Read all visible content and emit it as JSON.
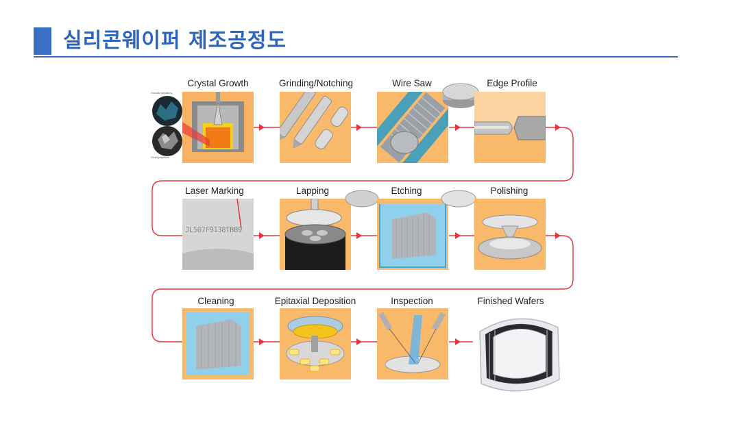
{
  "header": {
    "title": "실리콘웨이퍼 제조공정도",
    "accent_color": "#3a6fc4",
    "title_color": "#2d63b8"
  },
  "flow_color": "#e8323c",
  "tile_background": "#f8b96a",
  "crystal_growth_tags": [
    "Granular polysilicon",
    "Chunk polysilicon"
  ],
  "laser_mark_text": "JL507F9138TBB9",
  "rows": [
    {
      "steps": [
        "Crystal Growth",
        "Grinding/Notching",
        "Wire Saw",
        "Edge Profile"
      ]
    },
    {
      "steps": [
        "Laser Marking",
        "Lapping",
        "Etching",
        "Polishing"
      ]
    },
    {
      "steps": [
        "Cleaning",
        "Epitaxial Deposition",
        "Inspection",
        "Finished Wafers"
      ]
    }
  ]
}
